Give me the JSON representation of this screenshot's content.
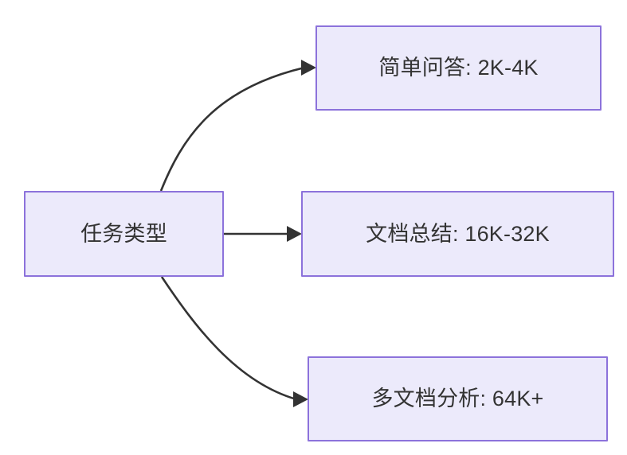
{
  "diagram": {
    "type": "flowchart",
    "direction": "left-to-right",
    "background_color": "#FFFFFF",
    "node_fill_color": "#ECEAFB",
    "node_border_color": "#8C72DB",
    "text_color": "#333333",
    "edge_color": "#333333",
    "source_node": {
      "id": "task-type",
      "label": "任务类型"
    },
    "target_nodes": [
      {
        "id": "simple-qa",
        "label": "简单问答: 2K-4K",
        "category": "简单问答",
        "range": "2K-4K"
      },
      {
        "id": "doc-summary",
        "label": "文档总结: 16K-32K",
        "category": "文档总结",
        "range": "16K-32K"
      },
      {
        "id": "multi-doc-analysis",
        "label": "多文档分析: 64K+",
        "category": "多文档分析",
        "range": "64K+"
      }
    ],
    "edges": [
      {
        "from": "任务类型",
        "to": "简单问答: 2K-4K",
        "style": "curved-arrow",
        "label": ""
      },
      {
        "from": "任务类型",
        "to": "文档总结: 16K-32K",
        "style": "straight-arrow",
        "label": ""
      },
      {
        "from": "任务类型",
        "to": "多文档分析: 64K+",
        "style": "curved-arrow",
        "label": ""
      }
    ]
  }
}
